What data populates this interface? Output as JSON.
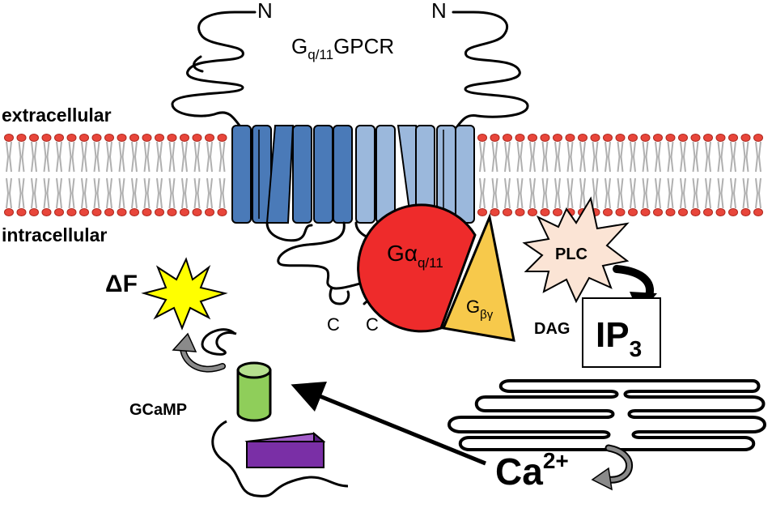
{
  "labels": {
    "n_left": "N",
    "n_right": "N",
    "receptor_main": "G",
    "receptor_sub": "q/11",
    "receptor_tail": "GPCR",
    "extracellular": "extracellular",
    "intracellular": "intracellular",
    "g_alpha_main": "Gα",
    "g_alpha_sub": "q/11",
    "g_beta_gamma_main": "G",
    "g_beta_gamma_sub": "βγ",
    "c_left": "C",
    "c_right": "C",
    "plc": "PLC",
    "dag": "DAG",
    "ip3_main": "IP",
    "ip3_sub": "3",
    "delta_f": "ΔF",
    "gcamp": "GCaMP",
    "calcium_main": "Ca",
    "calcium_sup": "2+"
  },
  "colors": {
    "tm_dark": "#4a7ab8",
    "tm_light": "#9bb8dc",
    "g_alpha": "#ee2b2b",
    "g_beta_gamma": "#f7c94b",
    "plc": "#fbe4d5",
    "star": "#ffff00",
    "gcamp_cylinder": "#8fce5a",
    "gcamp_box": "#7a2fa6",
    "lipid_head": "#e8463b",
    "lipid_tail": "#b0b0b0"
  }
}
